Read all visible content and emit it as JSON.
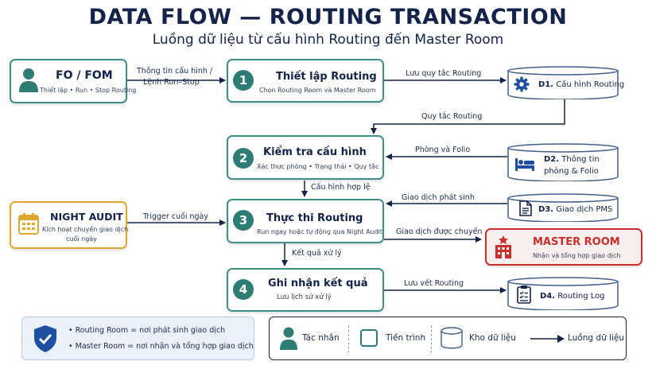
{
  "header": {
    "title": "DATA FLOW — ROUTING TRANSACTION",
    "subtitle": "Luồng dữ liệu từ cấu hình Routing đến Master Room"
  },
  "external": {
    "fo": {
      "title": "FO / FOM",
      "sub": "Thiết lập • Run • Stop Routing"
    },
    "night_audit": {
      "title": "NIGHT AUDIT",
      "sub_line1": "Kích hoạt chuyển giao dịch",
      "sub_line2": "cuối ngày"
    },
    "master_room": {
      "title": "MASTER ROOM",
      "sub": "Nhận và tổng hợp giao dịch"
    }
  },
  "processes": [
    {
      "num": "1",
      "title": "Thiết lập Routing",
      "sub": "Chọn Routing Room và Master Room"
    },
    {
      "num": "2",
      "title": "Kiểm tra cấu hình",
      "sub": "Xác thực phòng • Trạng thái • Quy tắc"
    },
    {
      "num": "3",
      "title": "Thực thi Routing",
      "sub": "Run ngay hoặc tự động qua Night Audit"
    },
    {
      "num": "4",
      "title": "Ghi nhận kết quả",
      "sub": "Lưu lịch sử xử lý"
    }
  ],
  "datastores": [
    {
      "id": "D1.",
      "name": "Cấu hình Routing"
    },
    {
      "id": "D2.",
      "name_line1": "Thông tin",
      "name_line2": "phòng & Folio"
    },
    {
      "id": "D3.",
      "name": "Giao dịch PMS"
    },
    {
      "id": "D4.",
      "name": "Routing Log"
    }
  ],
  "flows": {
    "fo_to_p1_line1": "Thông tin cấu hình /",
    "fo_to_p1_line2": "Lệnh Run–Stop",
    "p1_to_d1": "Lưu quy tắc Routing",
    "d1_to_p2": "Quy tắc Routing",
    "d2_to_p2": "Phòng và Folio",
    "p2_to_p3": "Cấu hình hợp lệ",
    "d3_to_p3": "Giao dịch phát sinh",
    "na_to_p3": "Trigger cuối ngày",
    "p3_to_master": "Giao dịch được chuyển",
    "p3_to_p4": "Kết quả xử lý",
    "p4_to_d4": "Lưu vết Routing"
  },
  "note": {
    "line1": "Routing Room = nơi phát sinh giao dịch",
    "line2": "Master Room = nơi nhận và tổng hợp giao dịch"
  },
  "legend": {
    "actor": "Tác nhân",
    "process": "Tiến trình",
    "store": "Kho dữ liệu",
    "flow": "Luồng dữ liệu"
  },
  "colors": {
    "teal": "#2d7d74",
    "navy": "#14234a",
    "gold": "#e0a82e",
    "red": "#c9302c",
    "blue_icon": "#1e4fa0"
  }
}
